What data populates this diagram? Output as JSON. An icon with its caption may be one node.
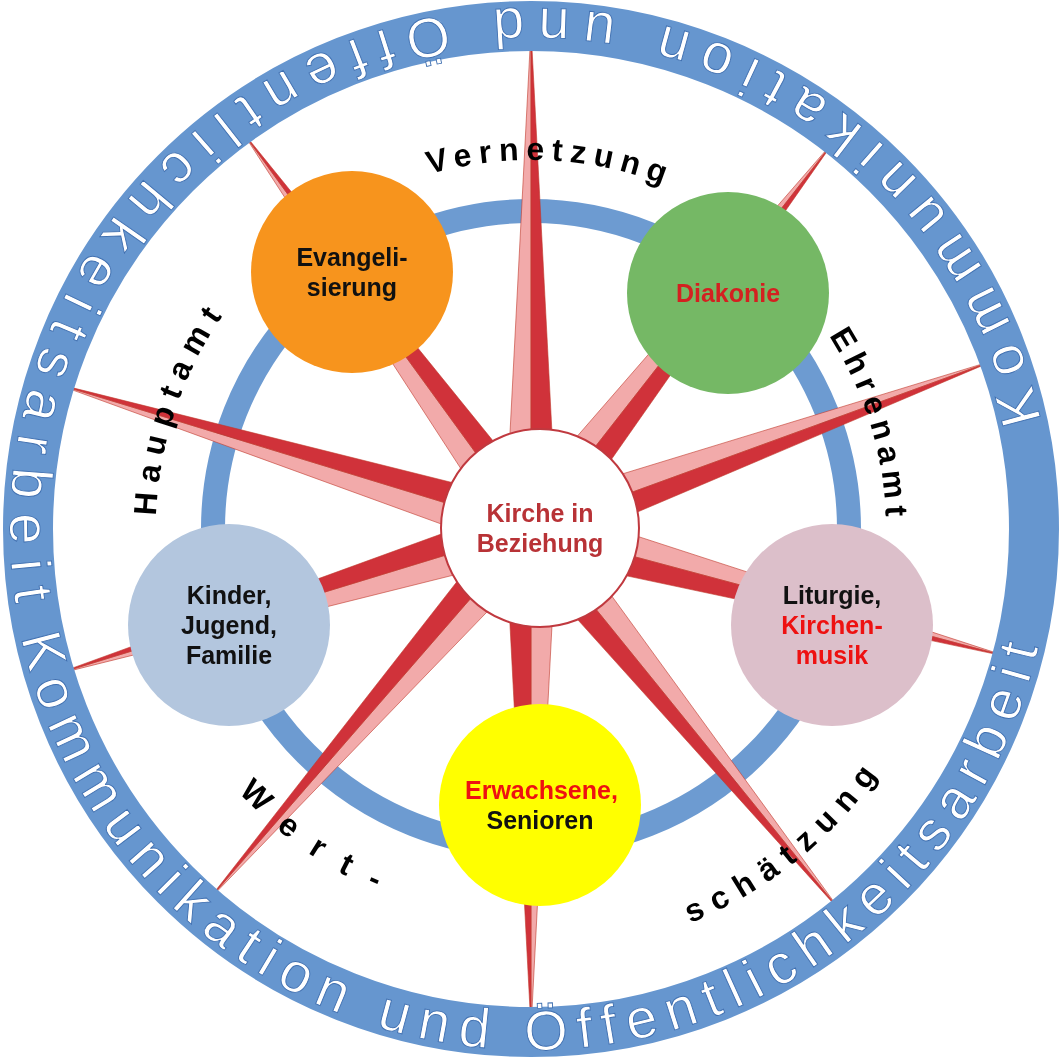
{
  "diagram": {
    "nodes": [
      {
        "text": [
          "Evangeli- sierung"
        ]
      },
      {
        "text": [
          "Diakonie"
        ]
      },
      {
        "text": [
          "Kirche in Beziehung"
        ]
      },
      {
        "text": [
          "Kinder, Jugend, Familie"
        ]
      },
      {
        "text": [
          "Liturgie,",
          "Kirchen- musik"
        ]
      },
      {
        "text": [
          "Erwachsene,",
          "Senioren"
        ]
      }
    ],
    "labels": [
      "Kommunikation und Öffentlichkeitsarbeit",
      "Vernetzung",
      "Hauptamt",
      "Ehrenamt",
      "Wert-",
      "schätzung",
      "Kommunikation und Öffentlichkeitsarbeit"
    ]
  }
}
